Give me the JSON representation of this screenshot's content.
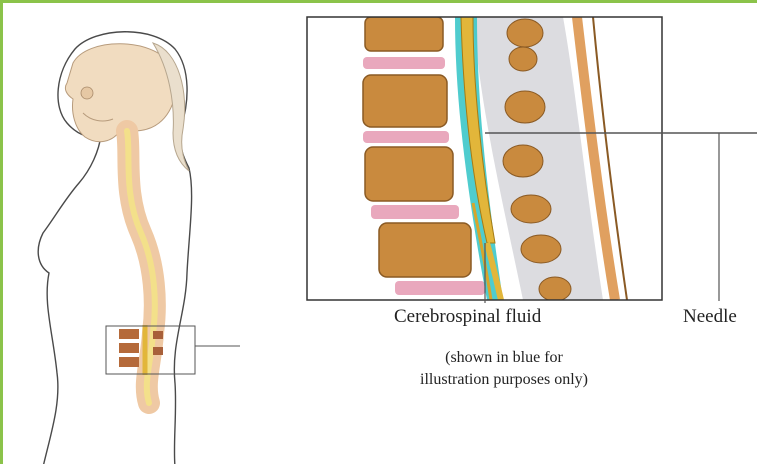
{
  "labels": {
    "csf": "Cerebrospinal fluid",
    "needle": "Needle",
    "note_line1": "(shown in blue for",
    "note_line2": "illustration purposes only)"
  },
  "colors": {
    "frame": "#8bc34a",
    "bone": "#c9873a",
    "disc": "#e8a6b8",
    "csf": "#3cc7c9",
    "cord": "#e2b63a",
    "skin": "#f4dcc4",
    "outline": "#3a3a3a"
  }
}
